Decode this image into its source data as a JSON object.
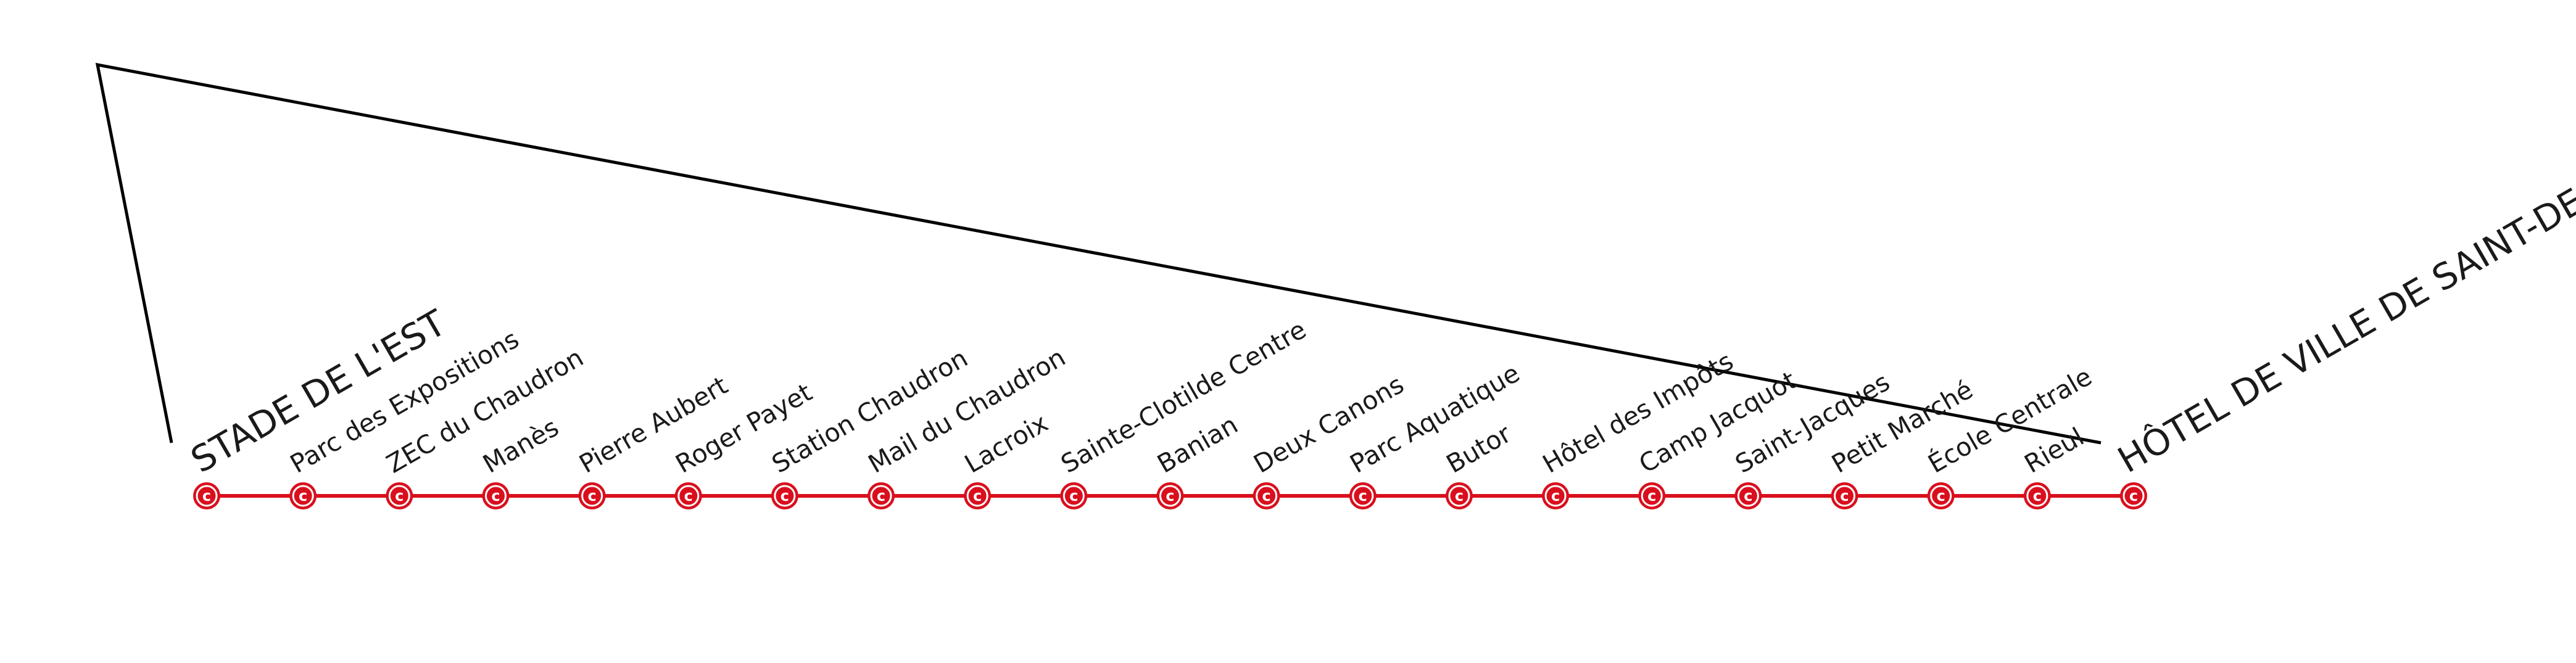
{
  "line": {
    "letter": "c",
    "color": "#d90f1d"
  },
  "stations": [
    "STADE DE L'EST",
    "Parc des Expositions",
    "ZEC du Chaudron",
    "Manès",
    "Pierre Aubert",
    "Roger Payet",
    "Station Chaudron",
    "Mail du Chaudron",
    "Lacroix",
    "Sainte-Clotilde Centre",
    "Banian",
    "Deux Canons",
    "Parc Aquatique",
    "Butor",
    "Hôtel des Impôts",
    "Camp Jacquot",
    "Saint-Jacques",
    "Petit Marché",
    "École Centrale",
    "Rieul",
    "HÔTEL DE VILLE DE SAINT-DENIS"
  ],
  "terminus_indices": [
    0,
    20
  ]
}
